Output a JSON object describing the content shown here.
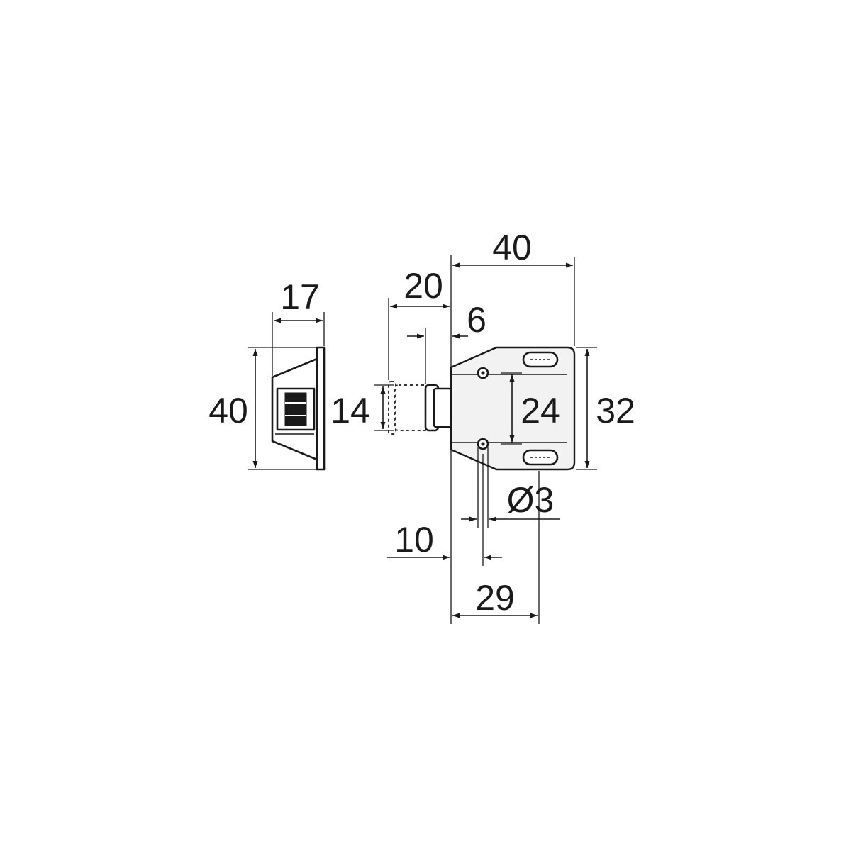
{
  "drawing": {
    "type": "technical-drawing",
    "subject": "push latch with strike plate",
    "line_color": "#1a1a1a",
    "background": "#ffffff",
    "dimensions": {
      "strike_width": "17",
      "strike_height": "40",
      "plunger_diameter": "14",
      "plunger_travel": "20",
      "flange_offset": "6",
      "body_length": "40",
      "hole_spacing": "24",
      "body_height": "32",
      "hole_diameter": "Ø3",
      "hole_offset": "10",
      "slot_offset": "29"
    }
  }
}
